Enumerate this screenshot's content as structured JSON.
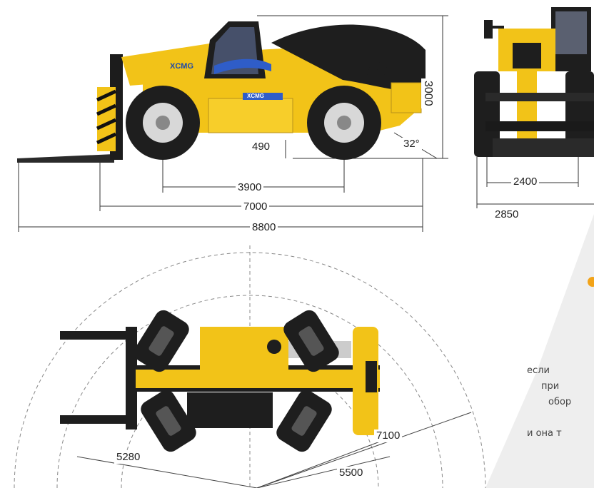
{
  "brand": "XCMG",
  "side_view": {
    "height": "3000",
    "ground_clearance": "490",
    "angle": "32°",
    "wheelbase": "3900",
    "length_body": "7000",
    "length_total": "8800"
  },
  "front_view": {
    "track": "2400",
    "width": "2850"
  },
  "top_view": {
    "radius_inner": "5280",
    "radius_mid": "5500",
    "radius_outer": "7100"
  },
  "callout": {
    "line1": "если",
    "line2": "при",
    "line3": "обор",
    "line4": "и она т"
  },
  "colors": {
    "machine_yellow": "#F2C318",
    "tire_black": "#1E1E1E",
    "callout_gray": "#EEEEEE",
    "dim_line": "#333333"
  }
}
